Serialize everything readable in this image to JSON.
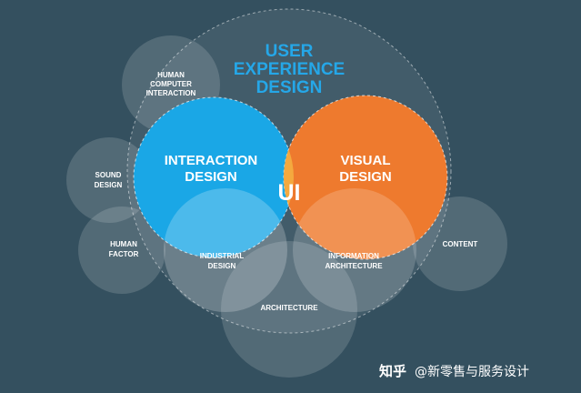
{
  "diagram": {
    "title_lines": [
      "USER",
      "EXPERIENCE",
      "DESIGN"
    ],
    "interaction_lines": [
      "INTERACTION",
      "DESIGN"
    ],
    "visual_lines": [
      "VISUAL",
      "DESIGN"
    ],
    "ui_label": "UI",
    "hci_lines": [
      "HUMAN",
      "COMPUTER",
      "INTERACTION"
    ],
    "sound_lines": [
      "SOUND",
      "DESIGN"
    ],
    "human_factor_lines": [
      "HUMAN",
      "FACTOR"
    ],
    "industrial_lines": [
      "INDUSTRIAL",
      "DESIGN"
    ],
    "info_arch_lines": [
      "INFORMATION",
      "ARCHITECTURE"
    ],
    "content_label": "CONTENT",
    "architecture_label": "ARCHITECTURE"
  },
  "watermark": {
    "logo_text": "知乎",
    "handle": "@新零售与服务设计"
  },
  "colors": {
    "background": "#34505f",
    "title": "#25a7e8",
    "interaction": "#1aa7e6",
    "visual": "#ee7a2e",
    "overlap": "#f4a93f"
  }
}
